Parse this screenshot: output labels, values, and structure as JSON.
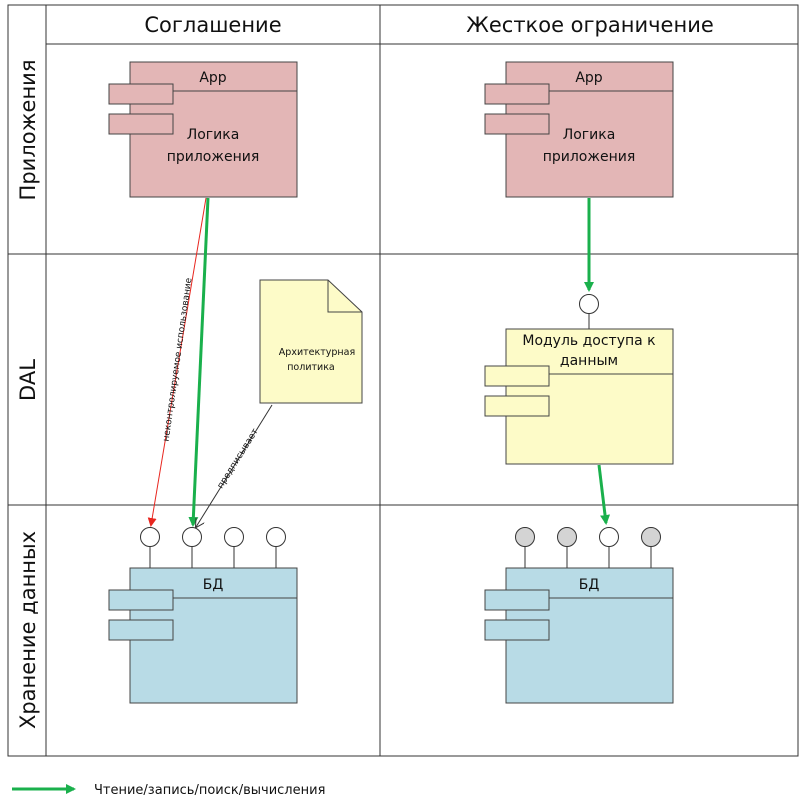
{
  "columns": {
    "left_header": "Соглашение",
    "right_header": "Жесткое ограничение"
  },
  "rows": {
    "apps": "Приложения",
    "dal": "DAL",
    "storage": "Хранение данных"
  },
  "left": {
    "app": {
      "title": "App",
      "body_line1": "Логика",
      "body_line2": "приложения",
      "color": "#e3b6b6"
    },
    "note": {
      "line1": "Архитектурная",
      "line2": "политика",
      "color": "#fdfbc8"
    },
    "uncontrolled_label": "неконтролируемое использование",
    "prescribes_label": "предписывает",
    "db": {
      "title": "БД",
      "color": "#b8dbe6",
      "interfaces": 4
    }
  },
  "right": {
    "app": {
      "title": "App",
      "body_line1": "Логика",
      "body_line2": "приложения",
      "color": "#e3b6b6"
    },
    "dal_module": {
      "line1": "Модуль доступа к",
      "line2": "данным",
      "color": "#fdfbc8"
    },
    "db": {
      "title": "БД",
      "color": "#b8dbe6",
      "interfaces": 4,
      "disabled_color": "#d4d4d4"
    }
  },
  "legend": {
    "label": "Чтение/запись/поиск/вычисления",
    "arrow_color": "#1ab04c"
  },
  "colors": {
    "uncontrolled_arrow": "#e8261f",
    "grid": "#333333"
  }
}
